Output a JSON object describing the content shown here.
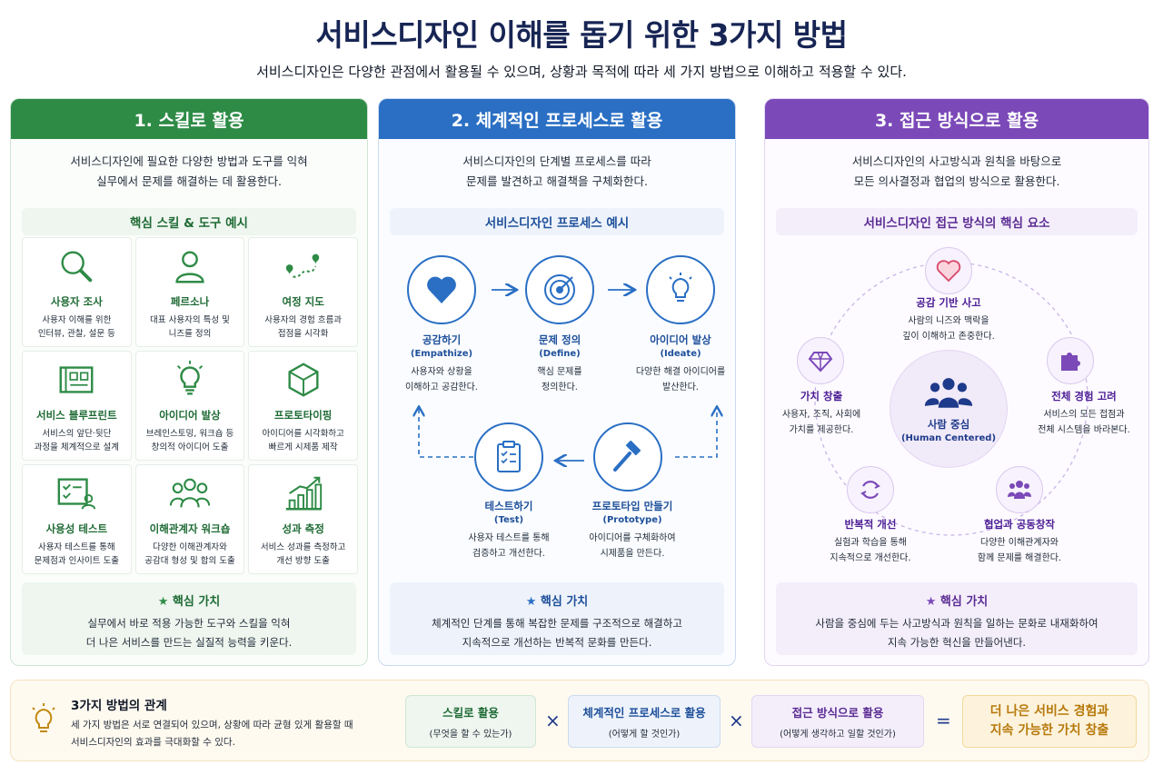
{
  "header": {
    "title": "서비스디자인 이해를 돕기 위한 3가지 방법",
    "subtitle": "서비스디자인은 다양한 관점에서 활용될 수 있으며, 상황과 목적에 따라 세 가지 방법으로 이해하고 적용할 수 있다."
  },
  "col1": {
    "heading": "1. 스킬로 활용",
    "desc_line1": "서비스디자인에 필요한 다양한 방법과 도구를 익혀",
    "desc_line2": "실무에서 문제를 해결하는 데 활용한다.",
    "section_title": "핵심 스킬 & 도구 예시",
    "skills": [
      {
        "title": "사용자 조사",
        "desc1": "사용자 이해를 위한",
        "desc2": "인터뷰, 관찰, 설문 등",
        "icon": "search-icon"
      },
      {
        "title": "페르소나",
        "desc1": "대표 사용자의 특성 및",
        "desc2": "니즈를 정의",
        "icon": "user-icon"
      },
      {
        "title": "여정 지도",
        "desc1": "사용자의 경험 흐름과",
        "desc2": "접점을 시각화",
        "icon": "map-route-icon"
      },
      {
        "title": "서비스 블루프린트",
        "desc1": "서비스의 앞단·뒷단",
        "desc2": "과정을 체계적으로 설계",
        "icon": "blueprint-icon"
      },
      {
        "title": "아이디어 발상",
        "desc1": "브레인스토밍, 워크숍 등",
        "desc2": "창의적 아이디어 도출",
        "icon": "lightbulb-icon"
      },
      {
        "title": "프로토타이핑",
        "desc1": "아이디어를 시각화하고",
        "desc2": "빠르게 시제품 제작",
        "icon": "cube-icon"
      },
      {
        "title": "사용성 테스트",
        "desc1": "사용자 테스트를 통해",
        "desc2": "문제점과 인사이트 도출",
        "icon": "checklist-user-icon"
      },
      {
        "title": "이해관계자 워크숍",
        "desc1": "다양한 이해관계자와",
        "desc2": "공감대 형성 및 합의 도출",
        "icon": "group-icon"
      },
      {
        "title": "성과 측정",
        "desc1": "서비스 성과를 측정하고",
        "desc2": "개선 방향 도출",
        "icon": "growth-chart-icon"
      }
    ],
    "value_title": "핵심 가치",
    "value_line1": "실무에서 바로 적용 가능한 도구와 스킬을 익혀",
    "value_line2": "더 나은 서비스를 만드는 실질적 능력을 키운다."
  },
  "col2": {
    "heading": "2. 체계적인 프로세스로 활용",
    "desc_line1": "서비스디자인의 단계별 프로세스를 따라",
    "desc_line2": "문제를 발견하고 해결책을 구체화한다.",
    "section_title": "서비스디자인 프로세스 예시",
    "steps": [
      {
        "title": "공감하기",
        "sub": "(Empathize)",
        "desc1": "사용자와 상황을",
        "desc2": "이해하고 공감한다.",
        "icon": "heart-icon"
      },
      {
        "title": "문제 정의",
        "sub": "(Define)",
        "desc1": "핵심 문제를",
        "desc2": "정의한다.",
        "icon": "target-icon"
      },
      {
        "title": "아이디어 발상",
        "sub": "(Ideate)",
        "desc1": "다양한 해결 아이디어를",
        "desc2": "발산한다.",
        "icon": "lightbulb-icon"
      },
      {
        "title": "테스트하기",
        "sub": "(Test)",
        "desc1": "사용자 테스트를 통해",
        "desc2": "검증하고 개선한다.",
        "icon": "clipboard-check-icon"
      },
      {
        "title": "프로토타입 만들기",
        "sub": "(Prototype)",
        "desc1": "아이디어를 구체화하여",
        "desc2": "시제품을 만든다.",
        "icon": "hammer-icon"
      }
    ],
    "value_title": "핵심 가치",
    "value_line1": "체계적인 단계를 통해 복잡한 문제를 구조적으로 해결하고",
    "value_line2": "지속적으로 개선하는 반복적 문화를 만든다."
  },
  "col3": {
    "heading": "3. 접근 방식으로 활용",
    "desc_line1": "서비스디자인의 사고방식과 원칙을 바탕으로",
    "desc_line2": "모든 의사결정과 협업의 방식으로 활용한다.",
    "section_title": "서비스디자인 접근 방식의 핵심 요소",
    "center_title": "사람 중심",
    "center_sub": "(Human Centered)",
    "aspects": [
      {
        "title": "공감 기반 사고",
        "desc1": "사람의 니즈와 맥락을",
        "desc2": "깊이 이해하고 존중한다.",
        "icon": "heart-icon"
      },
      {
        "title": "전체 경험 고려",
        "desc1": "서비스의 모든 접점과",
        "desc2": "전체 시스템을 바라본다.",
        "icon": "puzzle-icon"
      },
      {
        "title": "협업과 공동창작",
        "desc1": "다양한 이해관계자와",
        "desc2": "함께 문제를 해결한다.",
        "icon": "team-icon"
      },
      {
        "title": "반복적 개선",
        "desc1": "실험과 학습을 통해",
        "desc2": "지속적으로 개선한다.",
        "icon": "refresh-icon"
      },
      {
        "title": "가치 창출",
        "desc1": "사용자, 조직, 사회에",
        "desc2": "가치를 제공한다.",
        "icon": "diamond-icon"
      }
    ],
    "value_title": "핵심 가치",
    "value_line1": "사람을 중심에 두는 사고방식과 원칙을 일하는 문화로 내재화하여",
    "value_line2": "지속 가능한 혁신을 만들어낸다."
  },
  "bottom": {
    "title": "3가지 방법의 관계",
    "text_line1": "세 가지 방법은 서로 연결되어 있으며, 상황에 따라 균형 있게 활용할 때",
    "text_line2": "서비스디자인의 효과를 극대화할 수 있다.",
    "pill1_title": "스킬로 활용",
    "pill1_sub": "(무엇을 할 수 있는가)",
    "pill2_title": "체계적인 프로세스로 활용",
    "pill2_sub": "(어떻게 할 것인가)",
    "pill3_title": "접근 방식으로 활용",
    "pill3_sub": "(어떻게 생각하고 일할 것인가)",
    "op_times": "×",
    "op_equals": "=",
    "result_line1": "더 나은 서비스 경험과",
    "result_line2": "지속 가능한 가치 창출"
  },
  "colors": {
    "green": "#2e8b46",
    "blue": "#2a6fc4",
    "purple": "#7b49b8",
    "navy": "#172554",
    "gold": "#c28a12"
  }
}
